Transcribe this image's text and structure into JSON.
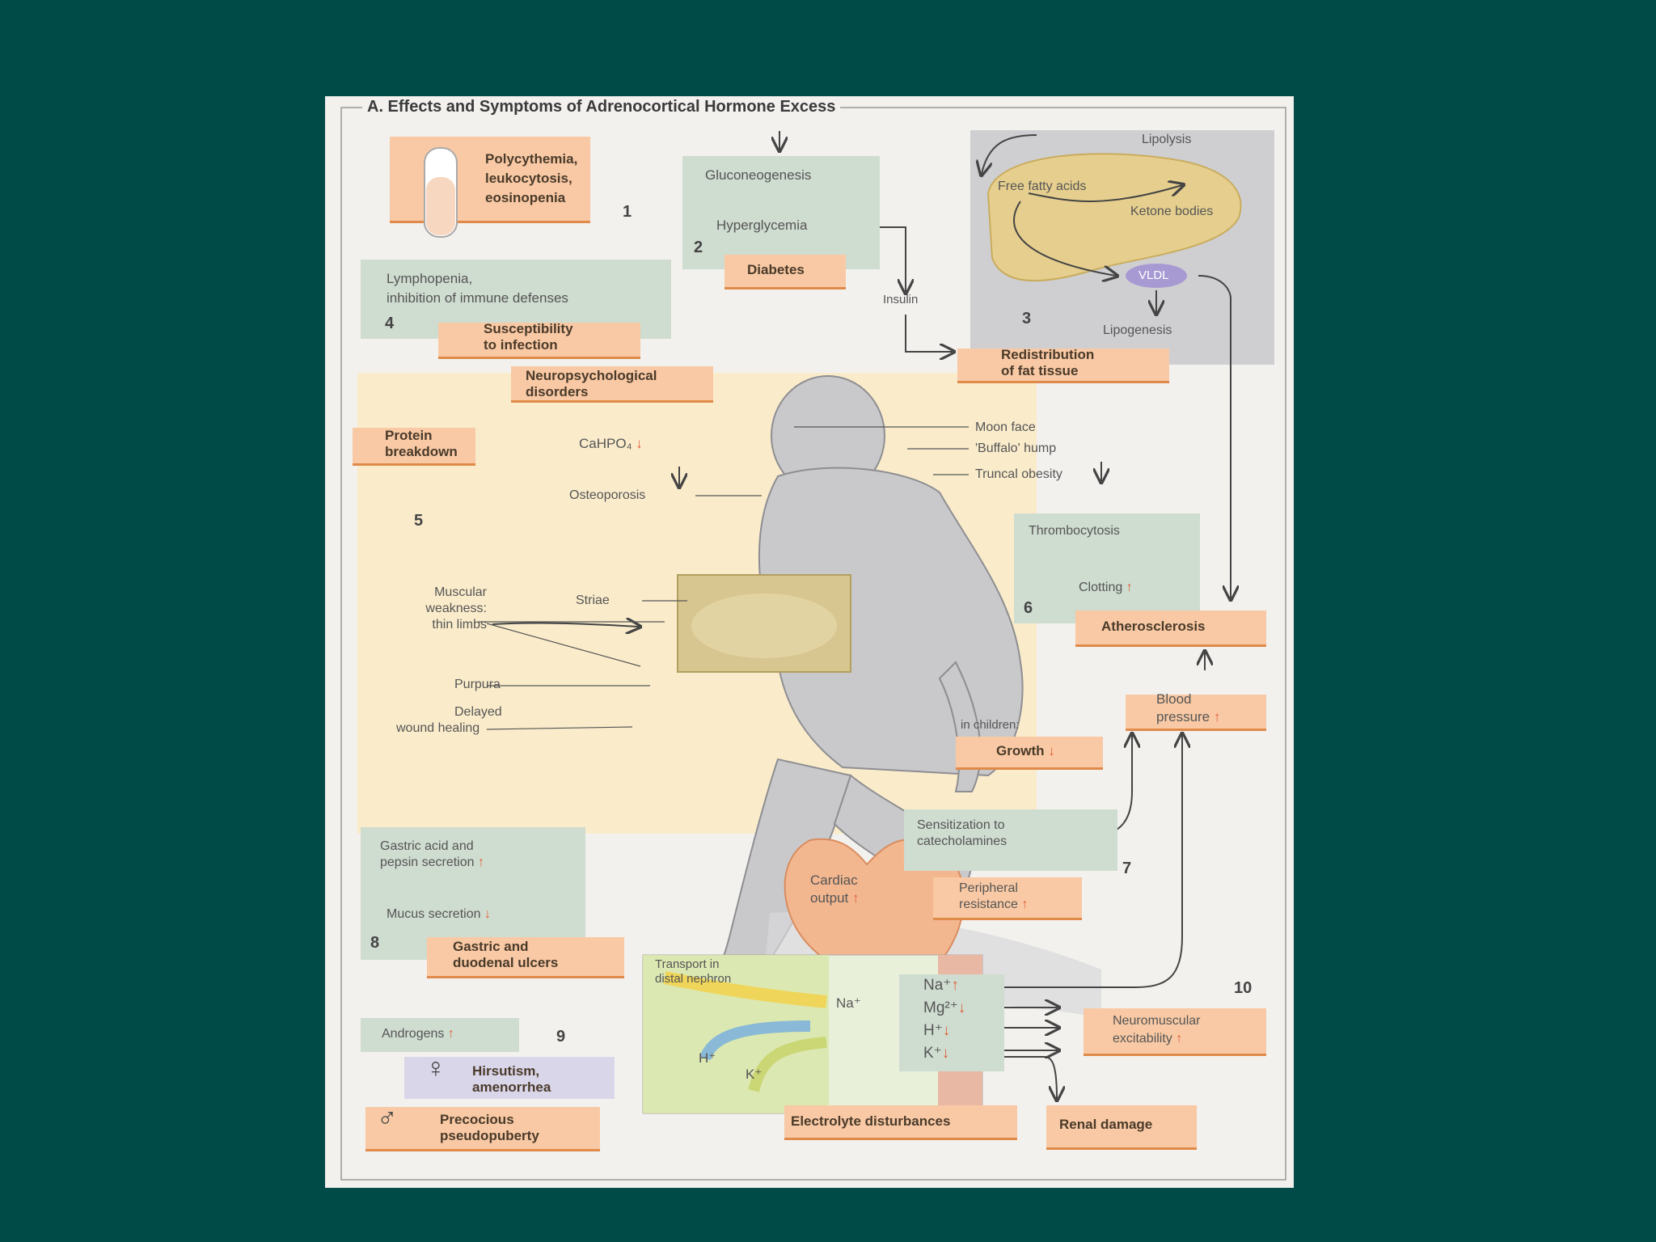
{
  "title": "A. Effects and Symptoms of Adrenocortical Hormone Excess",
  "box1": {
    "lines": [
      "Polycythemia,",
      "leukocytosis,",
      "eosinopenia"
    ],
    "num": "1"
  },
  "box2": {
    "a": "Gluconeogenesis",
    "b": "Hyperglycemia",
    "label": "Diabetes",
    "num": "2",
    "insulin": "Insulin"
  },
  "box3": {
    "lipolysis": "Lipolysis",
    "ffa": "Free fatty acids",
    "ketone": "Ketone bodies",
    "vldl": "VLDL",
    "lipogenesis": "Lipogenesis",
    "num": "3",
    "label": [
      "Redistribution",
      "of fat tissue"
    ]
  },
  "box4": {
    "lines": [
      "Lymphopenia,",
      "inhibition of immune defenses"
    ],
    "num": "4",
    "label": [
      "Susceptibility",
      "to infection"
    ]
  },
  "neuro": [
    "Neuropsychological",
    "disorders"
  ],
  "box5": {
    "protein": [
      "Protein",
      "breakdown"
    ],
    "cahpo": "CaHPO₄",
    "osteo": "Osteoporosis",
    "num": "5",
    "muscular": [
      "Muscular",
      "weakness:",
      "thin limbs"
    ],
    "striae": "Striae",
    "purpura": "Purpura",
    "wound": [
      "Delayed",
      "wound healing"
    ]
  },
  "body_labels": {
    "moon": "Moon face",
    "buffalo": "'Buffalo' hump",
    "truncal": "Truncal obesity"
  },
  "box6": {
    "a": "Thrombocytosis",
    "b": "Clotting",
    "num": "6",
    "label": "Atherosclerosis"
  },
  "bp": [
    "Blood",
    "pressure"
  ],
  "growth": {
    "pre": "in children:",
    "label": "Growth"
  },
  "box7": {
    "sens": [
      "Sensitization to",
      "catecholamines"
    ],
    "cardiac": [
      "Cardiac",
      "output"
    ],
    "peripheral": [
      "Peripheral",
      "resistance"
    ],
    "num": "7"
  },
  "box8": {
    "a": [
      "Gastric acid and",
      "pepsin secretion"
    ],
    "b": "Mucus secretion",
    "num": "8",
    "label": [
      "Gastric and",
      "duodenal ulcers"
    ]
  },
  "box9": {
    "androgens": "Androgens",
    "num": "9",
    "female": [
      "Hirsutism,",
      "amenorrhea"
    ],
    "male": [
      "Precocious",
      "pseudopuberty"
    ]
  },
  "box10": {
    "transport": [
      "Transport in",
      "distal nephron"
    ],
    "na": "Na⁺",
    "h": "H⁺",
    "k": "K⁺",
    "ions": [
      "Na⁺",
      "Mg²⁺",
      "H⁺",
      "K⁺"
    ],
    "num": "10",
    "neuromuscular": [
      "Neuromuscular",
      "excitability"
    ],
    "electrolyte": "Electrolyte disturbances",
    "renal": "Renal damage"
  },
  "colors": {
    "background": "#004a47",
    "green": "#cfdcd0",
    "orange": "#f8c9a4",
    "cream": "#faeccb",
    "arrow_up": "#e0603a"
  }
}
